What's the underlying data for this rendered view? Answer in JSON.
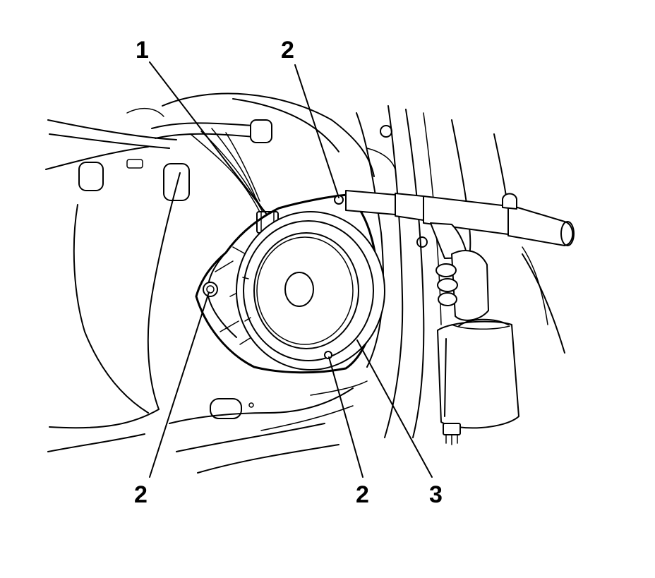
{
  "callouts": [
    {
      "id": "c1",
      "text": "1"
    },
    {
      "id": "c2a",
      "text": "2"
    },
    {
      "id": "c2b",
      "text": "2"
    },
    {
      "id": "c2c",
      "text": "2"
    },
    {
      "id": "c3",
      "text": "3"
    }
  ]
}
